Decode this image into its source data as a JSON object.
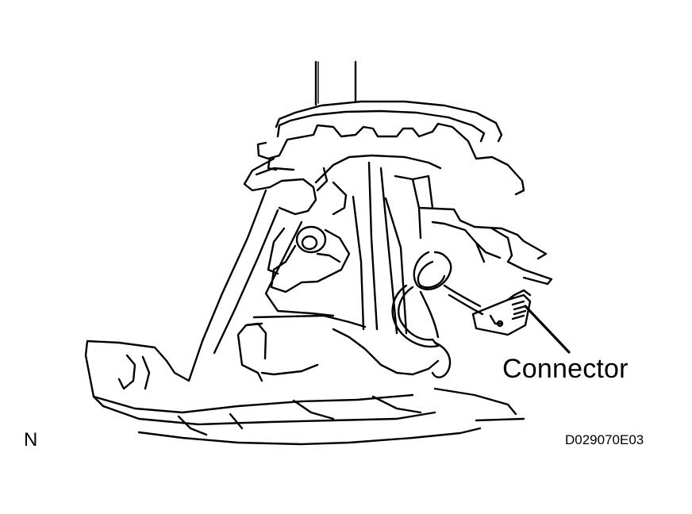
{
  "figure": {
    "callout_label": "Connector",
    "view_code": "N",
    "figure_id": "D029070E03"
  },
  "colors": {
    "line": "#000000",
    "background": "#ffffff"
  }
}
